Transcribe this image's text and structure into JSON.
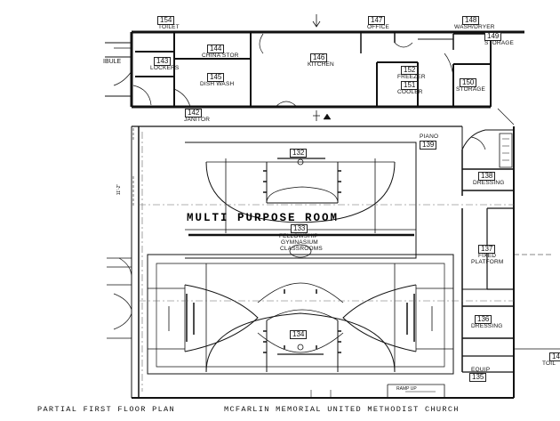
{
  "plan": {
    "title": "MULTI PURPOSE ROOM",
    "footer_left": "PARTIAL FIRST FLOOR PLAN",
    "footer_right": "MCFARLIN MEMORIAL UNITED METHODIST CHURCH",
    "vestibule_fragment": "IBULE",
    "ramp_label": "RAMP UP",
    "dimension_mark": "11'-2\"",
    "line_color": "#111111",
    "dash_color": "#666666"
  },
  "rooms": {
    "r154": {
      "number": "154",
      "name": "TOILET"
    },
    "r147": {
      "number": "147",
      "name": "OFFICE"
    },
    "r148": {
      "number": "148",
      "name": "WASH/DRYER"
    },
    "r149": {
      "number": "149",
      "name": "STORAGE"
    },
    "r144": {
      "number": "144",
      "name": "CHINA STOR"
    },
    "r146": {
      "number": "146",
      "name": "KITCHEN"
    },
    "r143": {
      "number": "143",
      "name": "LOCKERS"
    },
    "r145": {
      "number": "145",
      "name": "DISH WASH"
    },
    "r152": {
      "number": "152",
      "name": "FREEZER"
    },
    "r151": {
      "number": "151",
      "name": "COOLER"
    },
    "r150": {
      "number": "150",
      "name": "STORAGE"
    },
    "r142": {
      "number": "142",
      "name": "JANITOR"
    },
    "r139": {
      "number": "139",
      "name": "PIANO"
    },
    "r138": {
      "number": "138",
      "name": "DRESSING"
    },
    "r132": {
      "number": "132"
    },
    "r133": {
      "number": "133",
      "name_line1": "FELLOWSHIP",
      "name_line2": "GYMNASIUM",
      "name_line3": "CLASSROOMS"
    },
    "r137": {
      "number": "137",
      "name_line1": "FIXED",
      "name_line2": "PLATFORM"
    },
    "r136": {
      "number": "136",
      "name": "DRESSING"
    },
    "r134": {
      "number": "134"
    },
    "r135": {
      "number": "135",
      "name": "EQUIP"
    },
    "r14x": {
      "number": "14",
      "name": "TOIL"
    }
  }
}
